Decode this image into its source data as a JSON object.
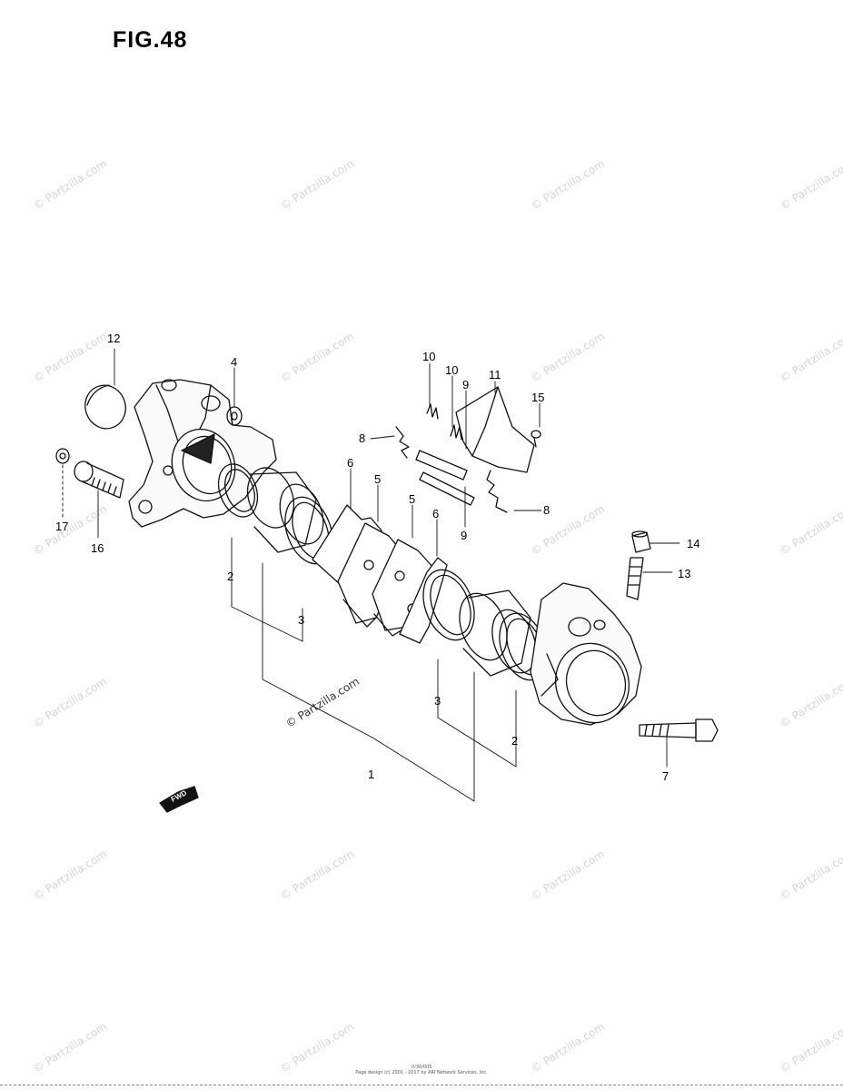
{
  "figure": {
    "title": "FIG.48"
  },
  "watermark": {
    "text": "© Partzilla.com"
  },
  "callouts": {
    "c12": "12",
    "c4": "4",
    "c10a": "10",
    "c10b": "10",
    "c9a": "9",
    "c11": "11",
    "c15": "15",
    "c8a": "8",
    "c8b": "8",
    "c9b": "9",
    "c6a": "6",
    "c5a": "5",
    "c5b": "5",
    "c6b": "6",
    "c17": "17",
    "c16": "16",
    "c2a": "2",
    "c3a": "3",
    "c14": "14",
    "c13": "13",
    "c3b": "3",
    "c2b": "2",
    "c1": "1",
    "c7": "7"
  },
  "direction_marker": {
    "label": "FWD"
  },
  "footer": {
    "line1": "U/30/005",
    "line2": "Page design (c) 2001 - 2017 by ARI Network Services, Inc."
  }
}
